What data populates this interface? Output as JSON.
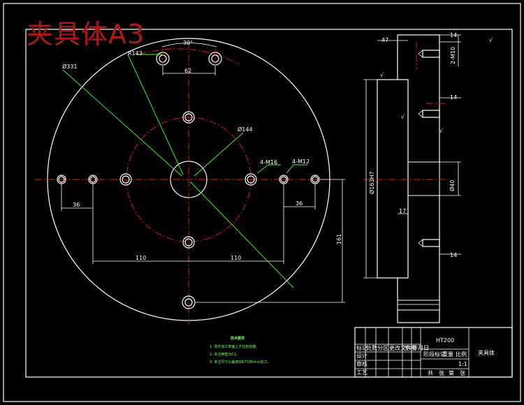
{
  "watermark": "夹具体A3",
  "front_view": {
    "dims": {
      "bolt_circle_radius": "R143",
      "angle": "30°",
      "top_spacing": "62",
      "outer_diameter": "Ø331",
      "pcd": "Ø144",
      "thread_m16": "4-M16",
      "thread_m12": "4-M12",
      "left_36": "36",
      "right_36": "36",
      "left_110": "110",
      "right_110": "110",
      "height_161": "161"
    }
  },
  "side_view": {
    "dims": {
      "width_47": "47",
      "top_14": "14",
      "mid_14": "14",
      "bot_14": "14",
      "depth_17": "17",
      "thread_callout": "2-M10",
      "bore": "Ø40",
      "diameter_h7": "Ø163H7",
      "roughness": "√"
    }
  },
  "roughness_symbol": "√",
  "notes": {
    "title": "技术要求",
    "lines": [
      "1. 零件加工表面上不应有划痕。",
      "2. 未注倒角为C1。",
      "3. 未注尺寸公差按GB/T1804-m加工。"
    ]
  },
  "title_block": {
    "material": "HT200",
    "part_name": "夹具体",
    "row_labels": [
      "标记",
      "设计",
      "审核",
      "工艺"
    ],
    "header_cells": [
      "处数",
      "分区",
      "更改文件号",
      "签名",
      "年月日"
    ],
    "stage_cells": [
      "阶段标记",
      "重量",
      "比例"
    ],
    "scale": "1:1",
    "sheet": [
      "共",
      "张",
      "第",
      "张"
    ]
  }
}
